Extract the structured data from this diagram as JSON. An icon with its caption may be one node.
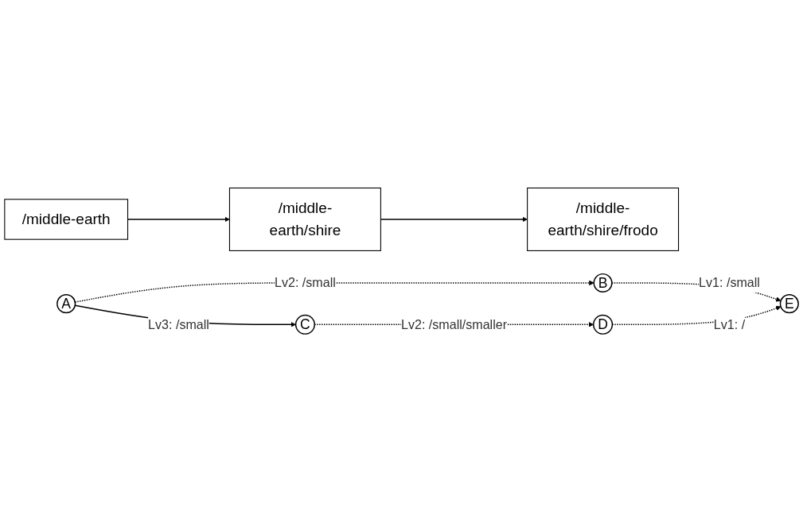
{
  "diagram": {
    "nodes": [
      {
        "text": [
          "/middle-earth"
        ]
      },
      {
        "text": [
          "/middle-earth/shire"
        ]
      },
      {
        "text": [
          "/middle-earth/shire/frodo"
        ]
      },
      {
        "text": [
          "A"
        ]
      },
      {
        "text": [
          "B"
        ]
      },
      {
        "text": [
          "C"
        ]
      },
      {
        "text": [
          "D"
        ]
      },
      {
        "text": [
          "E"
        ]
      }
    ],
    "edges": [
      {
        "from": 0,
        "to": 1,
        "arrow": "to"
      },
      {
        "from": 1,
        "to": 2,
        "arrow": "to"
      },
      {
        "from": 3,
        "to": 4,
        "arrow": "to",
        "label": "Lv2: /small",
        "style": "dashed"
      },
      {
        "from": 4,
        "to": 7,
        "arrow": "to",
        "label": "Lv1: /small",
        "style": "dashed"
      },
      {
        "from": 3,
        "to": 5,
        "arrow": "to",
        "label": "Lv3: /small"
      },
      {
        "from": 5,
        "to": 6,
        "arrow": "to",
        "label": "Lv2: /small/smaller",
        "style": "dashed"
      },
      {
        "from": 6,
        "to": 7,
        "arrow": "to",
        "label": "Lv1: /",
        "style": "dashed"
      }
    ]
  }
}
